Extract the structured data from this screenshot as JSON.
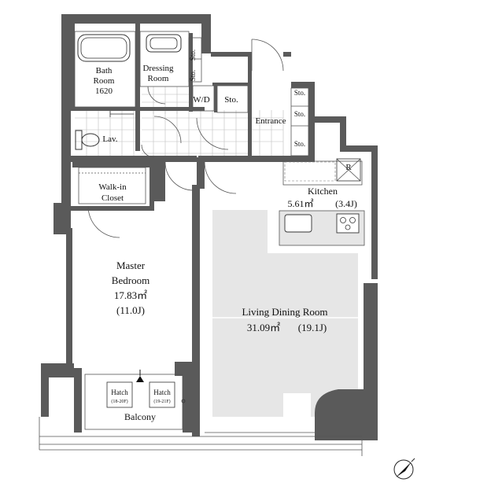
{
  "rooms": {
    "bath": {
      "name": "Bath",
      "name2": "Room",
      "size": "1620"
    },
    "dressing": {
      "name": "Dressing",
      "name2": "Room"
    },
    "wd": "W/D",
    "sto": "Sto.",
    "entrance": "Entrance",
    "lav": "Lav.",
    "walkin": {
      "name": "Walk-in",
      "name2": "Closet"
    },
    "kitchen": {
      "name": "Kitchen",
      "area": "5.61㎡",
      "jo": "(3.4J)"
    },
    "master": {
      "name": "Master",
      "name2": "Bedroom",
      "area": "17.83㎡",
      "jo": "(11.0J)"
    },
    "living": {
      "name": "Living Dining Room",
      "area": "31.09㎡",
      "jo": "(19.1J)"
    },
    "balcony": "Balcony",
    "hatch1": {
      "name": "Hatch",
      "floors": "(18-20F)"
    },
    "hatch2": {
      "name": "Hatch",
      "floors": "(19-21F)"
    },
    "fridge": "R"
  },
  "icons": [
    "compass-icon",
    "bathtub-icon",
    "sink-icon",
    "toilet-icon",
    "stove-icon"
  ],
  "colors": {
    "wall": "#5a5a5a",
    "floor_fill": "#e6e6e6",
    "tile_grid": "#bdbdbd"
  }
}
